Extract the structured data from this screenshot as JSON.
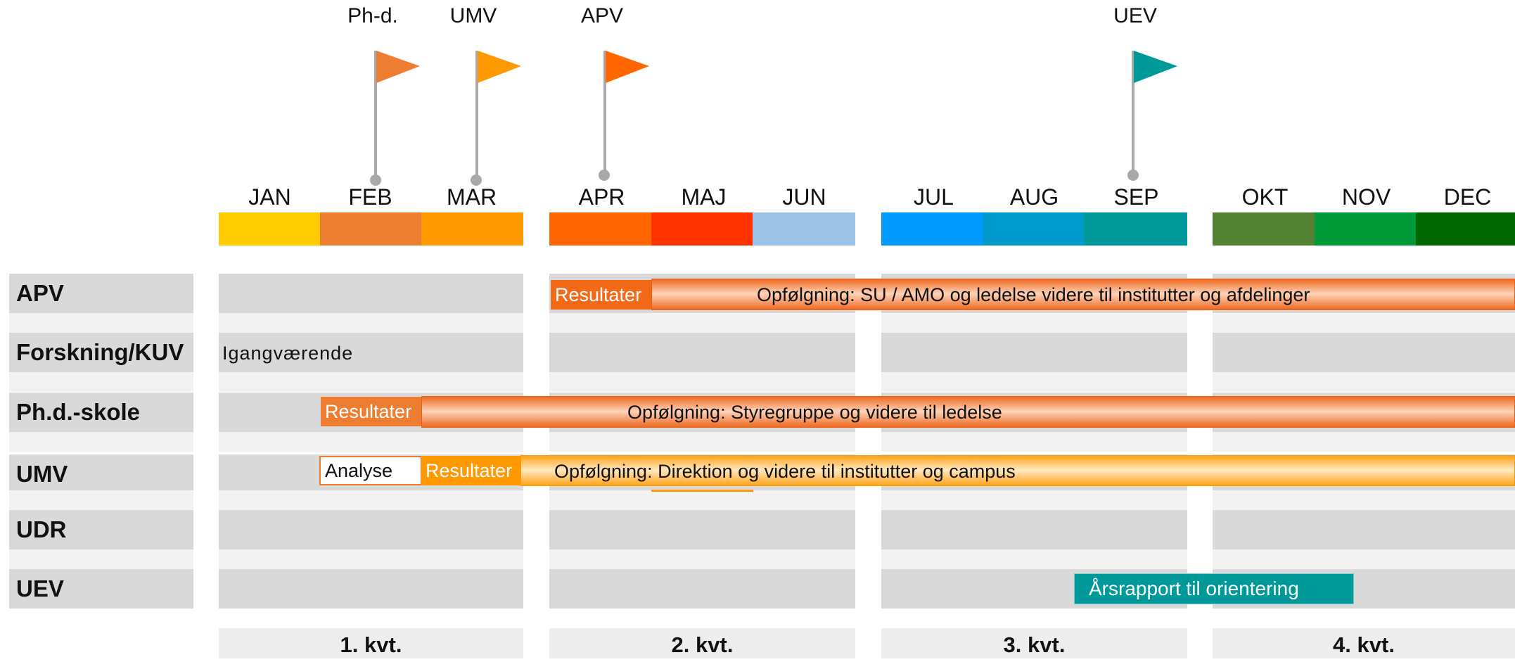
{
  "flags": [
    {
      "label": "Ph-d.",
      "color": "#ed7d31"
    },
    {
      "label": "UMV",
      "color": "#ff9900"
    },
    {
      "label": "APV",
      "color": "#ff6600"
    },
    {
      "label": "UEV",
      "color": "#009999"
    }
  ],
  "months": [
    {
      "label": "JAN",
      "color": "#ffcc00"
    },
    {
      "label": "FEB",
      "color": "#ed7d31"
    },
    {
      "label": "MAR",
      "color": "#ff9900"
    },
    {
      "label": "APR",
      "color": "#ff6600"
    },
    {
      "label": "MAJ",
      "color": "#ff3300"
    },
    {
      "label": "JUN",
      "color": "#9dc3e6"
    },
    {
      "label": "JUL",
      "color": "#0099ff"
    },
    {
      "label": "AUG",
      "color": "#0099cc"
    },
    {
      "label": "SEP",
      "color": "#009999"
    },
    {
      "label": "OKT",
      "color": "#548235"
    },
    {
      "label": "NOV",
      "color": "#00993a"
    },
    {
      "label": "DEC",
      "color": "#006600"
    }
  ],
  "rows": [
    "APV",
    "Forskning/KUV",
    "Ph.d.-skole",
    "UMV",
    "UDR",
    "UEV"
  ],
  "bars": {
    "apv_resultater": "Resultater",
    "apv_followup": "Opfølgning: SU / AMO og ledelse videre til institutter og afdelinger",
    "forskning_status": "Igangværende",
    "phd_resultater": "Resultater",
    "phd_followup": "Opfølgning: Styregruppe og videre til ledelse",
    "umv_analyse": "Analyse",
    "umv_resultater": "Resultater",
    "umv_followup": "Opfølgning: Direktion og videre til institutter og campus",
    "uev_report": "Årsrapport til orientering"
  },
  "quarters": [
    "1. kvt.",
    "2. kvt.",
    "3. kvt.",
    "4. kvt."
  ]
}
